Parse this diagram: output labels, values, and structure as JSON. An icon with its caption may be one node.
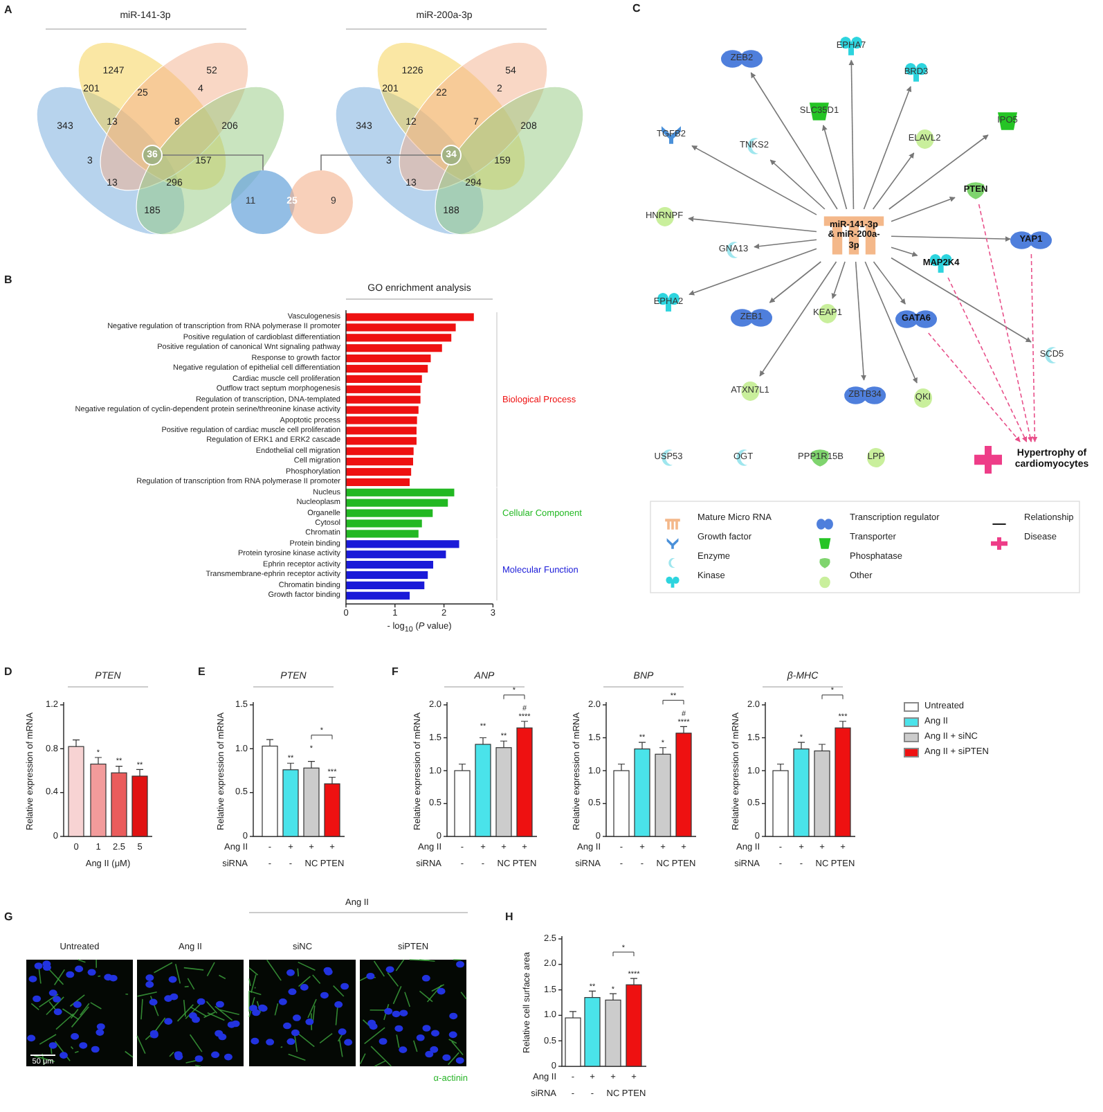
{
  "diagram": {
    "nodes": [
      {
        "text": [
          "36"
        ]
      },
      {
        "text": [
          "34"
        ]
      },
      {
        "text": [
          "11"
        ]
      },
      {
        "text": [
          "9"
        ]
      },
      {
        "text": [
          "miR-141-3p & miR-200a-3p"
        ]
      },
      {
        "text": [
          "EPHA7"
        ]
      },
      {
        "text": [
          "ZEB2"
        ]
      },
      {
        "text": [
          "BRD3"
        ]
      },
      {
        "text": [
          "SLC35D1"
        ]
      },
      {
        "text": [
          "IPO5"
        ]
      },
      {
        "text": [
          "TGFB2"
        ]
      },
      {
        "text": [
          "TNKS2"
        ]
      },
      {
        "text": [
          "ELAVL2"
        ]
      },
      {
        "text": [
          "PTEN"
        ]
      },
      {
        "text": [
          "HNRNPF"
        ]
      },
      {
        "text": [
          "YAP1"
        ]
      },
      {
        "text": [
          "GNA13"
        ]
      },
      {
        "text": [
          "MAP2K4"
        ]
      },
      {
        "text": [
          "EPHA2"
        ]
      },
      {
        "text": [
          "KEAP1"
        ]
      },
      {
        "text": [
          "ZEB1"
        ]
      },
      {
        "text": [
          "GATA6"
        ]
      },
      {
        "text": [
          "SCD5"
        ]
      },
      {
        "text": [
          "ATXN7L1"
        ]
      },
      {
        "text": [
          "ZBTB34"
        ]
      },
      {
        "text": [
          "QKI"
        ]
      },
      {
        "text": [
          "USP53"
        ]
      },
      {
        "text": [
          "OGT"
        ]
      },
      {
        "text": [
          "PPP1R15B"
        ]
      },
      {
        "text": [
          "LPP"
        ]
      },
      {
        "text": [
          "Hypertrophy of cardiomyocytes"
        ]
      }
    ],
    "edges": [
      {
        "from": 0,
        "to": 2,
        "arrow": "none"
      },
      {
        "from": 1,
        "to": 3,
        "arrow": "none"
      },
      {
        "from": 4,
        "to": 5,
        "arrow": "to"
      },
      {
        "from": 4,
        "to": 6,
        "arrow": "to"
      },
      {
        "from": 4,
        "to": 7,
        "arrow": "to"
      },
      {
        "from": 4,
        "to": 8,
        "arrow": "to"
      },
      {
        "from": 4,
        "to": 9,
        "arrow": "to"
      },
      {
        "from": 4,
        "to": 10,
        "arrow": "to"
      },
      {
        "from": 4,
        "to": 11,
        "arrow": "to"
      },
      {
        "from": 4,
        "to": 12,
        "arrow": "to"
      },
      {
        "from": 4,
        "to": 13,
        "arrow": "to"
      },
      {
        "from": 4,
        "to": 14,
        "arrow": "to"
      },
      {
        "from": 4,
        "to": 15,
        "arrow": "to"
      },
      {
        "from": 4,
        "to": 16,
        "arrow": "to"
      },
      {
        "from": 4,
        "to": 17,
        "arrow": "to"
      },
      {
        "from": 4,
        "to": 18,
        "arrow": "to"
      },
      {
        "from": 4,
        "to": 19,
        "arrow": "to"
      },
      {
        "from": 4,
        "to": 20,
        "arrow": "to"
      },
      {
        "from": 4,
        "to": 21,
        "arrow": "to"
      },
      {
        "from": 4,
        "to": 22,
        "arrow": "to"
      },
      {
        "from": 4,
        "to": 23,
        "arrow": "to"
      },
      {
        "from": 4,
        "to": 24,
        "arrow": "to"
      },
      {
        "from": 4,
        "to": 25,
        "arrow": "to"
      },
      {
        "from": 13,
        "to": 30,
        "arrow": "to",
        "style": "dashed",
        "color": "#e8508a"
      },
      {
        "from": 15,
        "to": 30,
        "arrow": "to",
        "style": "dashed",
        "color": "#e8508a"
      },
      {
        "from": 17,
        "to": 30,
        "arrow": "to",
        "style": "dashed",
        "color": "#e8508a"
      },
      {
        "from": 21,
        "to": 30,
        "arrow": "to",
        "style": "dashed",
        "color": "#e8508a"
      }
    ],
    "labels": [
      "A",
      "miR-141-3p",
      "miR-200a-3p",
      "1247",
      "52",
      "201",
      "25",
      "4",
      "343",
      "13",
      "8",
      "206",
      "3",
      "157",
      "13",
      "296",
      "185",
      "1226",
      "54",
      "201",
      "22",
      "2",
      "343",
      "12",
      "7",
      "208",
      "3",
      "159",
      "13",
      "294",
      "188",
      "25",
      "B",
      "C",
      "D",
      "PTEN",
      "Relative expression of mRNA",
      "1.2",
      "0.8",
      "0.4",
      "0",
      "0",
      "1",
      "2.5",
      "5",
      "Ang II (μM)",
      "*",
      "**",
      "**",
      "E",
      "PTEN",
      "Relative expression of mRNA",
      "1.5",
      "1.0",
      "0.5",
      "0",
      "Ang II",
      "-",
      "+",
      "+",
      "+",
      "siRNA",
      "-",
      "-",
      "NC",
      "PTEN",
      "**",
      "*",
      "*",
      "***",
      "F",
      "ANP",
      "Relative expression of mRNA",
      "2.0",
      "1.5",
      "1.0",
      "0.5",
      "0",
      "Ang II",
      "-",
      "+",
      "+",
      "+",
      "siRNA",
      "-",
      "-",
      "NC",
      "PTEN",
      "**",
      "**",
      "*",
      "#",
      "****",
      "BNP",
      "Relative expression of mRNA",
      "2.0",
      "1.5",
      "1.0",
      "0.5",
      "0",
      "Ang II",
      "-",
      "+",
      "+",
      "+",
      "siRNA",
      "-",
      "-",
      "NC",
      "PTEN",
      "**",
      "*",
      "**",
      "#",
      "****",
      "β-MHC",
      "Relative expression of mRNA",
      "2.0",
      "1.5",
      "1.0",
      "0.5",
      "0",
      "Ang II",
      "-",
      "+",
      "+",
      "+",
      "siRNA",
      "-",
      "-",
      "NC",
      "PTEN",
      "*",
      "*",
      "***",
      "G",
      "Ang II",
      "Untreated",
      "Ang II",
      "siNC",
      "siPTEN",
      "50 μm",
      "α-actinin",
      "H",
      "Relative cell surface area",
      "2.5",
      "2.0",
      "1.5",
      "1.0",
      "0.5",
      "0",
      "Ang II",
      "-",
      "+",
      "+",
      "+",
      "siRNA",
      "-",
      "-",
      "NC",
      "PTEN",
      "**",
      "*",
      "*",
      "****"
    ],
    "legend": [
      {
        "text": "Mature Micro RNA"
      },
      {
        "text": "Transcription regulator"
      },
      {
        "text": "Relationship"
      },
      {
        "text": "Growth factor"
      },
      {
        "text": "Transporter"
      },
      {
        "text": "Disease"
      },
      {
        "text": "Enzyme"
      },
      {
        "text": "Phosphatase"
      },
      {
        "text": "Kinase"
      },
      {
        "text": "Other"
      },
      {
        "text": "Untreated",
        "color": "#ffffff"
      },
      {
        "text": "Ang II",
        "color": "#4ae3ea"
      },
      {
        "text": "Ang II + siNC",
        "color": "#cccccc"
      },
      {
        "text": "Ang II + siPTEN",
        "color": "#ee1111"
      }
    ],
    "chart_data": {
      "type": "bar",
      "orientation": "horizontal",
      "title": "GO enrichment analysis",
      "xlabel": "- log$_{10}$ (*P* value)",
      "categories": [
        "Vasculogenesis",
        "Negative regulation of transcription from RNA polymerase II promoter",
        "Positive regulation of cardioblast differentiation",
        "Positive regulation of canonical Wnt signaling pathway",
        "Response to growth factor",
        "Negative regulation of epithelial cell differentiation",
        "Cardiac muscle cell proliferation",
        "Outflow tract septum morphogenesis",
        "Regulation of transcription, DNA-templated",
        "Negative regulation of cyclin-dependent protein serine/threonine kinase activity",
        "Apoptotic process",
        "Positive regulation of cardiac muscle cell proliferation",
        "Regulation of ERK1 and ERK2 cascade",
        "Endothelial cell migration",
        "Cell migration",
        "Phosphorylation",
        "Regulation of transcription from RNA polymerase II promoter",
        "Nucleus",
        "Nucleoplasm",
        "Organelle",
        "Cytosol",
        "Chromatin",
        "Protein binding",
        "Protein tyrosine kinase activity",
        "Ephrin receptor activity",
        "Transmembrane-ephrin receptor activity",
        "Chromatin binding",
        "Growth factor binding"
      ],
      "series": [
        {
          "name": "Biological Process",
          "color": "#ee1111",
          "values": [
            2.61,
            2.24,
            2.15,
            1.96,
            1.73,
            1.67,
            1.55,
            1.52,
            1.52,
            1.48,
            1.45,
            1.44,
            1.44,
            1.38,
            1.37,
            1.33,
            1.3,
            null,
            null,
            null,
            null,
            null,
            null,
            null,
            null,
            null,
            null,
            null
          ]
        },
        {
          "name": "Cellular Component",
          "color": "#22b822",
          "values": [
            null,
            null,
            null,
            null,
            null,
            null,
            null,
            null,
            null,
            null,
            null,
            null,
            null,
            null,
            null,
            null,
            null,
            2.21,
            2.08,
            1.77,
            1.55,
            1.48,
            null,
            null,
            null,
            null,
            null,
            null
          ]
        },
        {
          "name": "Molecular Function",
          "color": "#1a1ad8",
          "values": [
            null,
            null,
            null,
            null,
            null,
            null,
            null,
            null,
            null,
            null,
            null,
            null,
            null,
            null,
            null,
            null,
            null,
            null,
            null,
            null,
            null,
            null,
            2.31,
            2.04,
            1.78,
            1.67,
            1.6,
            1.3
          ]
        }
      ],
      "xticks": [
        0,
        1,
        2,
        3
      ],
      "xlim": [
        0,
        3
      ]
    }
  }
}
